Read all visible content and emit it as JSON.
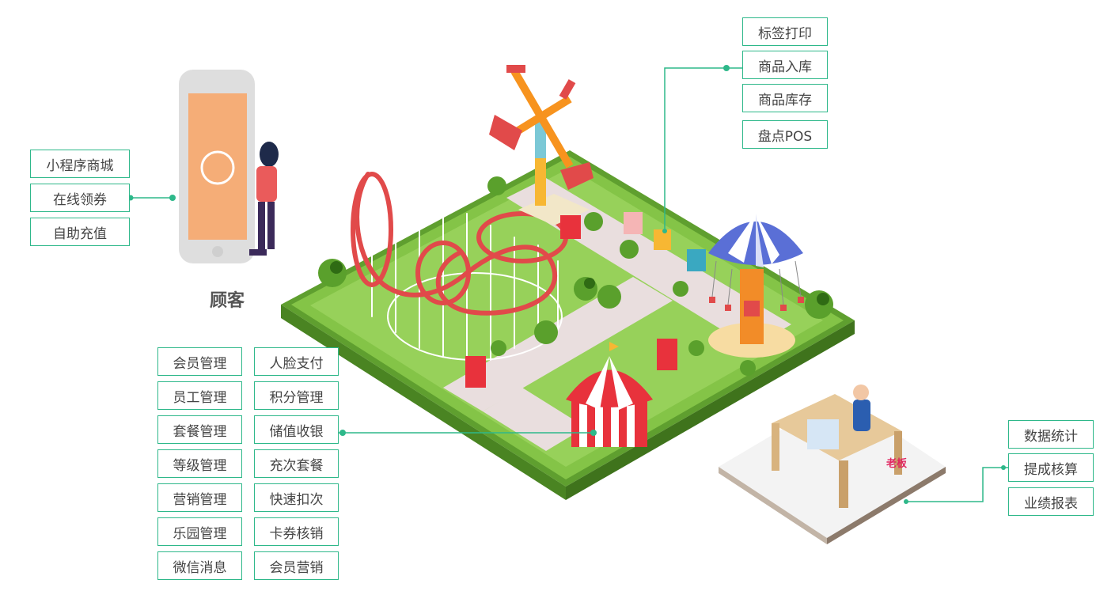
{
  "customer": {
    "caption": "顾客",
    "features": [
      "小程序商城",
      "在线领券",
      "自助充值"
    ]
  },
  "store_ops": {
    "features": [
      "标签打印",
      "商品入库",
      "商品库存",
      "盘点POS"
    ]
  },
  "management": {
    "column_left": [
      "会员管理",
      "员工管理",
      "套餐管理",
      "等级管理",
      "营销管理",
      "乐园管理",
      "微信消息"
    ],
    "column_right": [
      "人脸支付",
      "积分管理",
      "储值收银",
      "充次套餐",
      "快速扣次",
      "卡券核销",
      "会员营销"
    ]
  },
  "boss": {
    "tag": "老板",
    "features": [
      "数据统计",
      "提成核算",
      "业绩报表"
    ]
  },
  "colors": {
    "accent": "#2eb88a",
    "grass": "#7cc144",
    "path": "#e7dada",
    "coaster": "#e14a4a",
    "tent_red": "#e8323c",
    "carousel_blue": "#5a6fd6"
  }
}
